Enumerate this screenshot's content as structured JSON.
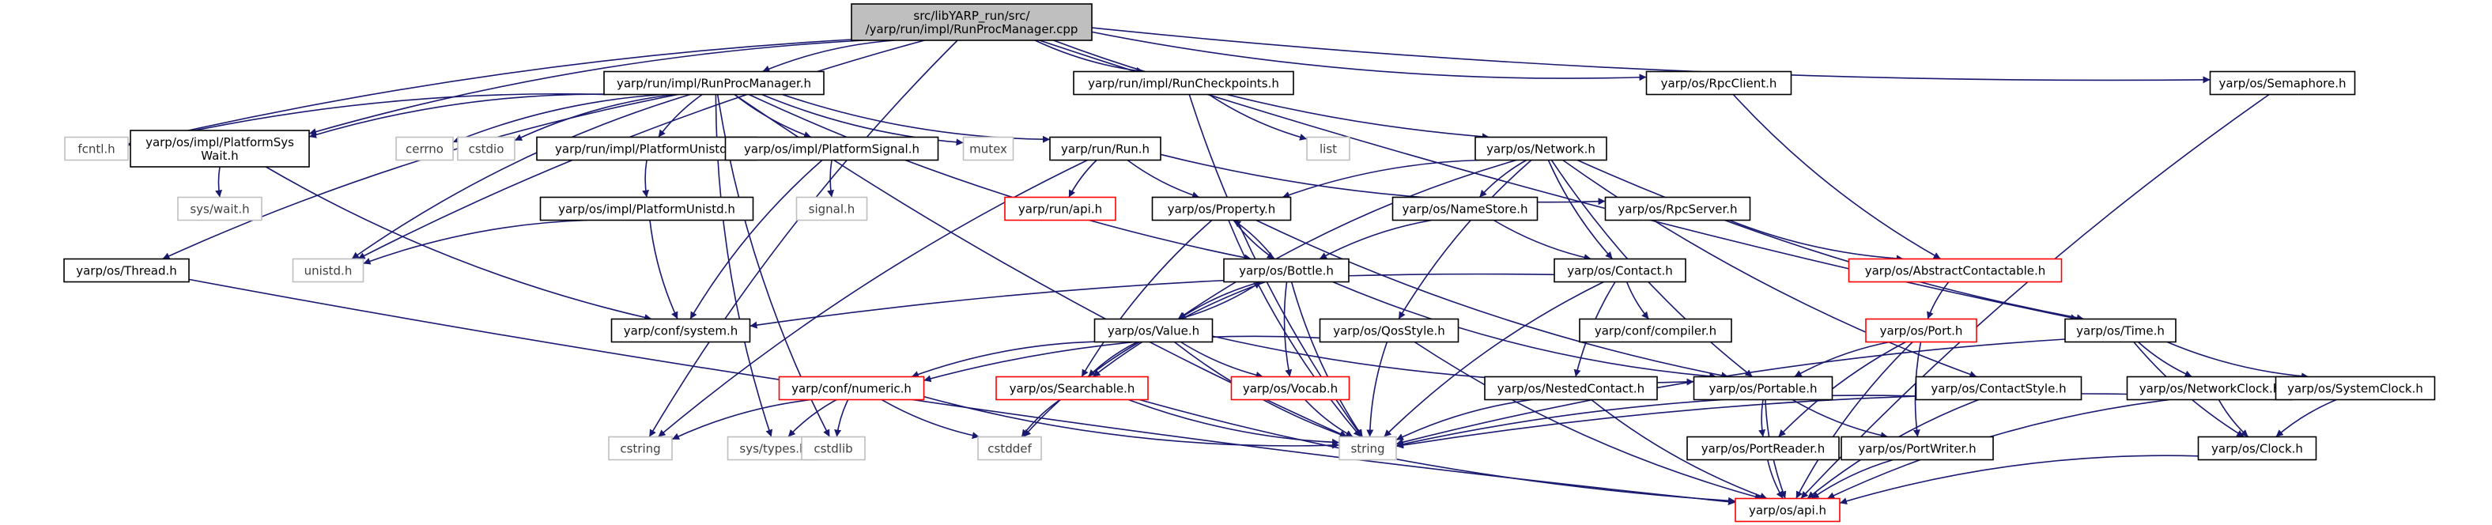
{
  "colors": {
    "edge": "#191970",
    "root_fill": "#bfbfbf",
    "node_fill": "#ffffff",
    "border_normal": "#000000",
    "border_truncated": "#ff0000",
    "border_external": "#bfbfbf",
    "text_normal": "#000000",
    "text_external": "#404040"
  },
  "graph": {
    "nodes": [
      {
        "id": "root",
        "label": "src/libYARP_run/src/\n/yarp/run/impl/RunProcManager.cpp",
        "kind": "root"
      },
      {
        "id": "runprocmgr_h",
        "label": "yarp/run/impl/RunProcManager.h",
        "kind": "normal"
      },
      {
        "id": "runcheckpoints_h",
        "label": "yarp/run/impl/RunCheckpoints.h",
        "kind": "normal"
      },
      {
        "id": "rpcclient_h",
        "label": "yarp/os/RpcClient.h",
        "kind": "normal"
      },
      {
        "id": "semaphore_h",
        "label": "yarp/os/Semaphore.h",
        "kind": "normal"
      },
      {
        "id": "fcntl_h",
        "label": "fcntl.h",
        "kind": "external"
      },
      {
        "id": "platformsyswait_h",
        "label": "yarp/os/impl/PlatformSys\nWait.h",
        "kind": "normal"
      },
      {
        "id": "cerrno",
        "label": "cerrno",
        "kind": "external"
      },
      {
        "id": "cstdio",
        "label": "cstdio",
        "kind": "external"
      },
      {
        "id": "platformunistd_run_h",
        "label": "yarp/run/impl/PlatformUnistd.h",
        "kind": "normal"
      },
      {
        "id": "platformsignal_h",
        "label": "yarp/os/impl/PlatformSignal.h",
        "kind": "normal"
      },
      {
        "id": "mutex",
        "label": "mutex",
        "kind": "external"
      },
      {
        "id": "run_h",
        "label": "yarp/run/Run.h",
        "kind": "normal"
      },
      {
        "id": "list",
        "label": "list",
        "kind": "external"
      },
      {
        "id": "network_h",
        "label": "yarp/os/Network.h",
        "kind": "normal"
      },
      {
        "id": "syswait_h",
        "label": "sys/wait.h",
        "kind": "external"
      },
      {
        "id": "platformunistd_os_h",
        "label": "yarp/os/impl/PlatformUnistd.h",
        "kind": "normal"
      },
      {
        "id": "signal_h",
        "label": "signal.h",
        "kind": "external"
      },
      {
        "id": "run_api_h",
        "label": "yarp/run/api.h",
        "kind": "truncated"
      },
      {
        "id": "property_h",
        "label": "yarp/os/Property.h",
        "kind": "normal"
      },
      {
        "id": "namestore_h",
        "label": "yarp/os/NameStore.h",
        "kind": "normal"
      },
      {
        "id": "rpcserver_h",
        "label": "yarp/os/RpcServer.h",
        "kind": "normal"
      },
      {
        "id": "thread_h",
        "label": "yarp/os/Thread.h",
        "kind": "normal"
      },
      {
        "id": "unistd_h",
        "label": "unistd.h",
        "kind": "external"
      },
      {
        "id": "bottle_h",
        "label": "yarp/os/Bottle.h",
        "kind": "normal"
      },
      {
        "id": "contact_h",
        "label": "yarp/os/Contact.h",
        "kind": "normal"
      },
      {
        "id": "abstractcontactable_h",
        "label": "yarp/os/AbstractContactable.h",
        "kind": "truncated"
      },
      {
        "id": "system_h",
        "label": "yarp/conf/system.h",
        "kind": "normal"
      },
      {
        "id": "compiler_h",
        "label": "yarp/conf/compiler.h",
        "kind": "normal"
      },
      {
        "id": "port_h",
        "label": "yarp/os/Port.h",
        "kind": "truncated"
      },
      {
        "id": "time_h",
        "label": "yarp/os/Time.h",
        "kind": "normal"
      },
      {
        "id": "value_h",
        "label": "yarp/os/Value.h",
        "kind": "normal"
      },
      {
        "id": "qosstyle_h",
        "label": "yarp/os/QosStyle.h",
        "kind": "normal"
      },
      {
        "id": "numeric_h",
        "label": "yarp/conf/numeric.h",
        "kind": "truncated"
      },
      {
        "id": "searchable_h",
        "label": "yarp/os/Searchable.h",
        "kind": "truncated"
      },
      {
        "id": "vocab_h",
        "label": "yarp/os/Vocab.h",
        "kind": "truncated"
      },
      {
        "id": "nestedcontact_h",
        "label": "yarp/os/NestedContact.h",
        "kind": "normal"
      },
      {
        "id": "portable_h",
        "label": "yarp/os/Portable.h",
        "kind": "normal"
      },
      {
        "id": "contactstyle_h",
        "label": "yarp/os/ContactStyle.h",
        "kind": "normal"
      },
      {
        "id": "networkclock_h",
        "label": "yarp/os/NetworkClock.h",
        "kind": "normal"
      },
      {
        "id": "systemclock_h",
        "label": "yarp/os/SystemClock.h",
        "kind": "normal"
      },
      {
        "id": "cstring",
        "label": "cstring",
        "kind": "external"
      },
      {
        "id": "systypes_h",
        "label": "sys/types.h",
        "kind": "external"
      },
      {
        "id": "cstdlib",
        "label": "cstdlib",
        "kind": "external"
      },
      {
        "id": "cstddef",
        "label": "cstddef",
        "kind": "external"
      },
      {
        "id": "string",
        "label": "string",
        "kind": "external"
      },
      {
        "id": "portreader_h",
        "label": "yarp/os/PortReader.h",
        "kind": "normal"
      },
      {
        "id": "portwriter_h",
        "label": "yarp/os/PortWriter.h",
        "kind": "normal"
      },
      {
        "id": "clock_h",
        "label": "yarp/os/Clock.h",
        "kind": "normal"
      },
      {
        "id": "os_api_h",
        "label": "yarp/os/api.h",
        "kind": "truncated"
      }
    ],
    "edges": [
      {
        "from": "root",
        "to": "runprocmgr_h"
      },
      {
        "from": "root",
        "to": "runcheckpoints_h"
      },
      {
        "from": "root",
        "to": "rpcclient_h"
      },
      {
        "from": "root",
        "to": "semaphore_h"
      },
      {
        "from": "root",
        "to": "fcntl_h"
      },
      {
        "from": "root",
        "to": "platformsyswait_h"
      },
      {
        "from": "root",
        "to": "network_h"
      },
      {
        "from": "root",
        "to": "unistd_h"
      },
      {
        "from": "root",
        "to": "cstring"
      },
      {
        "from": "root",
        "to": "time_h"
      },
      {
        "from": "runprocmgr_h",
        "to": "fcntl_h"
      },
      {
        "from": "runprocmgr_h",
        "to": "platformsyswait_h"
      },
      {
        "from": "runprocmgr_h",
        "to": "cerrno"
      },
      {
        "from": "runprocmgr_h",
        "to": "cstdio"
      },
      {
        "from": "runprocmgr_h",
        "to": "platformunistd_run_h"
      },
      {
        "from": "runprocmgr_h",
        "to": "platformsignal_h"
      },
      {
        "from": "runprocmgr_h",
        "to": "mutex"
      },
      {
        "from": "runprocmgr_h",
        "to": "run_h"
      },
      {
        "from": "runprocmgr_h",
        "to": "thread_h"
      },
      {
        "from": "runprocmgr_h",
        "to": "unistd_h"
      },
      {
        "from": "runprocmgr_h",
        "to": "bottle_h"
      },
      {
        "from": "runprocmgr_h",
        "to": "string"
      },
      {
        "from": "runprocmgr_h",
        "to": "systypes_h"
      },
      {
        "from": "runprocmgr_h",
        "to": "cstdlib"
      },
      {
        "from": "runcheckpoints_h",
        "to": "list"
      },
      {
        "from": "runcheckpoints_h",
        "to": "string"
      },
      {
        "from": "rpcclient_h",
        "to": "abstractcontactable_h"
      },
      {
        "from": "semaphore_h",
        "to": "os_api_h"
      },
      {
        "from": "platformsyswait_h",
        "to": "syswait_h"
      },
      {
        "from": "platformsyswait_h",
        "to": "system_h"
      },
      {
        "from": "platformunistd_run_h",
        "to": "platformunistd_os_h"
      },
      {
        "from": "platformunistd_os_h",
        "to": "unistd_h"
      },
      {
        "from": "platformunistd_os_h",
        "to": "system_h"
      },
      {
        "from": "platformsignal_h",
        "to": "signal_h"
      },
      {
        "from": "platformsignal_h",
        "to": "system_h"
      },
      {
        "from": "run_h",
        "to": "run_api_h"
      },
      {
        "from": "run_h",
        "to": "property_h"
      },
      {
        "from": "run_h",
        "to": "rpcserver_h"
      },
      {
        "from": "run_h",
        "to": "cstring"
      },
      {
        "from": "network_h",
        "to": "property_h"
      },
      {
        "from": "network_h",
        "to": "namestore_h"
      },
      {
        "from": "network_h",
        "to": "contact_h"
      },
      {
        "from": "network_h",
        "to": "value_h"
      },
      {
        "from": "network_h",
        "to": "qosstyle_h"
      },
      {
        "from": "network_h",
        "to": "portable_h"
      },
      {
        "from": "network_h",
        "to": "contactstyle_h"
      },
      {
        "from": "network_h",
        "to": "time_h"
      },
      {
        "from": "property_h",
        "to": "bottle_h"
      },
      {
        "from": "property_h",
        "to": "searchable_h"
      },
      {
        "from": "property_h",
        "to": "string"
      },
      {
        "from": "property_h",
        "to": "portable_h"
      },
      {
        "from": "namestore_h",
        "to": "bottle_h"
      },
      {
        "from": "namestore_h",
        "to": "contact_h"
      },
      {
        "from": "rpcserver_h",
        "to": "abstractcontactable_h"
      },
      {
        "from": "thread_h",
        "to": "os_api_h"
      },
      {
        "from": "bottle_h",
        "to": "property_h"
      },
      {
        "from": "bottle_h",
        "to": "value_h"
      },
      {
        "from": "bottle_h",
        "to": "searchable_h"
      },
      {
        "from": "bottle_h",
        "to": "vocab_h"
      },
      {
        "from": "bottle_h",
        "to": "portable_h"
      },
      {
        "from": "bottle_h",
        "to": "string"
      },
      {
        "from": "contact_h",
        "to": "system_h"
      },
      {
        "from": "contact_h",
        "to": "compiler_h"
      },
      {
        "from": "contact_h",
        "to": "nestedcontact_h"
      },
      {
        "from": "contact_h",
        "to": "string"
      },
      {
        "from": "abstractcontactable_h",
        "to": "port_h"
      },
      {
        "from": "port_h",
        "to": "portable_h"
      },
      {
        "from": "port_h",
        "to": "portreader_h"
      },
      {
        "from": "port_h",
        "to": "portwriter_h"
      },
      {
        "from": "port_h",
        "to": "os_api_h"
      },
      {
        "from": "value_h",
        "to": "bottle_h"
      },
      {
        "from": "value_h",
        "to": "searchable_h"
      },
      {
        "from": "value_h",
        "to": "vocab_h"
      },
      {
        "from": "value_h",
        "to": "numeric_h"
      },
      {
        "from": "value_h",
        "to": "portable_h"
      },
      {
        "from": "value_h",
        "to": "cstddef"
      },
      {
        "from": "value_h",
        "to": "string"
      },
      {
        "from": "qosstyle_h",
        "to": "numeric_h"
      },
      {
        "from": "qosstyle_h",
        "to": "string"
      },
      {
        "from": "qosstyle_h",
        "to": "os_api_h"
      },
      {
        "from": "numeric_h",
        "to": "cstring"
      },
      {
        "from": "numeric_h",
        "to": "systypes_h"
      },
      {
        "from": "numeric_h",
        "to": "cstdlib"
      },
      {
        "from": "numeric_h",
        "to": "cstddef"
      },
      {
        "from": "numeric_h",
        "to": "string"
      },
      {
        "from": "searchable_h",
        "to": "cstddef"
      },
      {
        "from": "searchable_h",
        "to": "string"
      },
      {
        "from": "searchable_h",
        "to": "os_api_h"
      },
      {
        "from": "vocab_h",
        "to": "string"
      },
      {
        "from": "nestedcontact_h",
        "to": "string"
      },
      {
        "from": "nestedcontact_h",
        "to": "os_api_h"
      },
      {
        "from": "portable_h",
        "to": "portreader_h"
      },
      {
        "from": "portable_h",
        "to": "portwriter_h"
      },
      {
        "from": "portable_h",
        "to": "os_api_h"
      },
      {
        "from": "portreader_h",
        "to": "os_api_h"
      },
      {
        "from": "portwriter_h",
        "to": "os_api_h"
      },
      {
        "from": "contactstyle_h",
        "to": "string"
      },
      {
        "from": "contactstyle_h",
        "to": "os_api_h"
      },
      {
        "from": "time_h",
        "to": "networkclock_h"
      },
      {
        "from": "time_h",
        "to": "systemclock_h"
      },
      {
        "from": "time_h",
        "to": "clock_h"
      },
      {
        "from": "time_h",
        "to": "string"
      },
      {
        "from": "networkclock_h",
        "to": "clock_h"
      },
      {
        "from": "networkclock_h",
        "to": "string"
      },
      {
        "from": "networkclock_h",
        "to": "os_api_h"
      },
      {
        "from": "systemclock_h",
        "to": "clock_h"
      },
      {
        "from": "clock_h",
        "to": "os_api_h"
      }
    ]
  }
}
